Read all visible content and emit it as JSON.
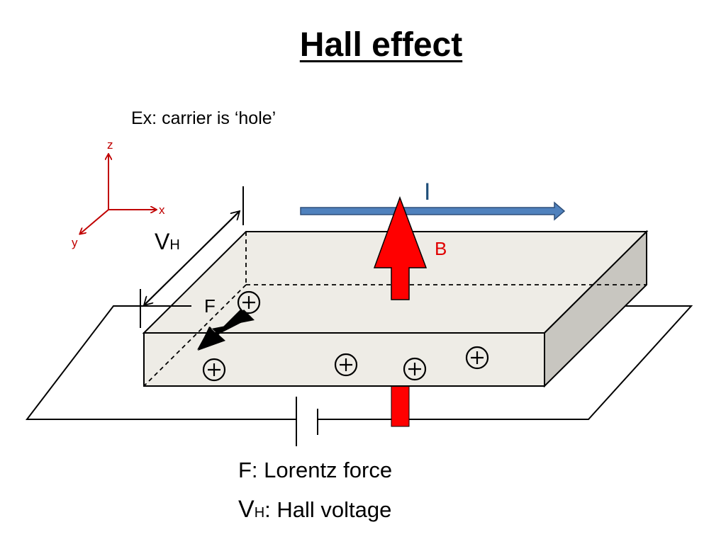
{
  "title": "Hall effect",
  "subtitle": "Ex: carrier is ‘hole’",
  "axes": {
    "z": "z",
    "x": "x",
    "y": "y"
  },
  "labels": {
    "current": "I",
    "field": "B",
    "force": "F",
    "hall_main": "V",
    "hall_sub": "H",
    "carrier_symbol": "+"
  },
  "legend": {
    "force": "F: Lorentz force",
    "hall_main": "V",
    "hall_sub": "H",
    "hall_desc": ":  Hall voltage"
  },
  "colors": {
    "axis": "#c00000",
    "current_arrow": "#4f81bd",
    "current_label": "#1f4e79",
    "field_arrow": "#ff0000",
    "field_label": "#e00000",
    "slab_top": "#eeece6",
    "slab_front": "#eeece6",
    "slab_side": "#c8c6c0"
  }
}
